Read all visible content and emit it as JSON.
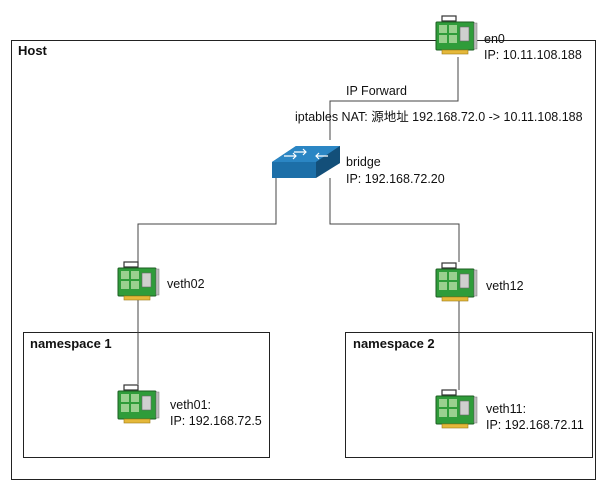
{
  "host": {
    "title": "Host"
  },
  "en0": {
    "name": "en0",
    "ip": "IP: 10.11.108.188"
  },
  "forward": {
    "ip_forward": "IP Forward",
    "nat": "iptables NAT: 源地址 192.168.72.0 -> 10.11.108.188"
  },
  "bridge": {
    "name": "bridge",
    "ip": "IP: 192.168.72.20"
  },
  "veth02": {
    "name": "veth02"
  },
  "veth12": {
    "name": "veth12"
  },
  "ns1": {
    "title": "namespace 1",
    "veth_name": "veth01:",
    "veth_ip": "IP: 192.168.72.5"
  },
  "ns2": {
    "title": "namespace 2",
    "veth_name": "veth11:",
    "veth_ip": "IP: 192.168.72.11"
  },
  "colors": {
    "nic_board": "#2f9c3a",
    "switch_top": "#1d6fa8",
    "switch_side": "#155a8a",
    "line": "#444444"
  },
  "icons": {
    "nic": "network-card-icon",
    "switch": "network-switch-icon"
  }
}
